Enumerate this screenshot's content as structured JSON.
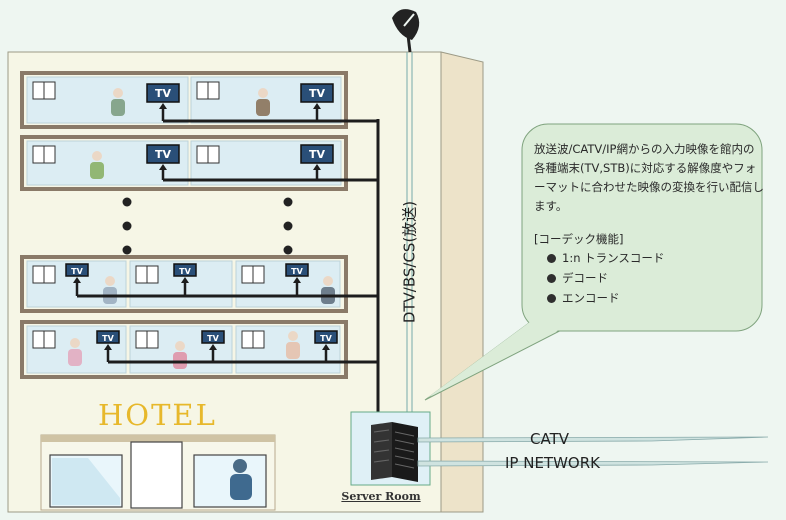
{
  "building": {
    "hotel_name": "HOTEL",
    "server_room_label": "Server Room"
  },
  "tv": {
    "label": "TV"
  },
  "signal": {
    "vertical_label": "DTV/BS/CS(放送)",
    "catv_label": "CATV",
    "ip_network_label": "IP NETWORK"
  },
  "callout": {
    "description": "放送波/CATV/IP網からの入力映像を館内の各種端末(TV,STB)に対応する解像度やフォーマットに合わせた映像の変換を行い配信します。",
    "heading": "[コーデック機能]",
    "features": [
      "1:n トランスコード",
      "デコード",
      "エンコード"
    ]
  },
  "colors": {
    "building_front": "#f6f6e6",
    "building_side": "#ede3c9",
    "room_fill": "#dcedf3",
    "room_frame": "#8a7a68",
    "cable": "#1d1d1d",
    "callout_fill": "#dbecd8",
    "callout_border": "#7fa37e",
    "hotel_sign": "#e7b82b",
    "tv_screen": "#2a4f78"
  },
  "icons": [
    "satellite-dish-icon",
    "tv-icon",
    "server-rack-icon",
    "vertical-ellipsis-icon",
    "guest-figure-icon"
  ]
}
